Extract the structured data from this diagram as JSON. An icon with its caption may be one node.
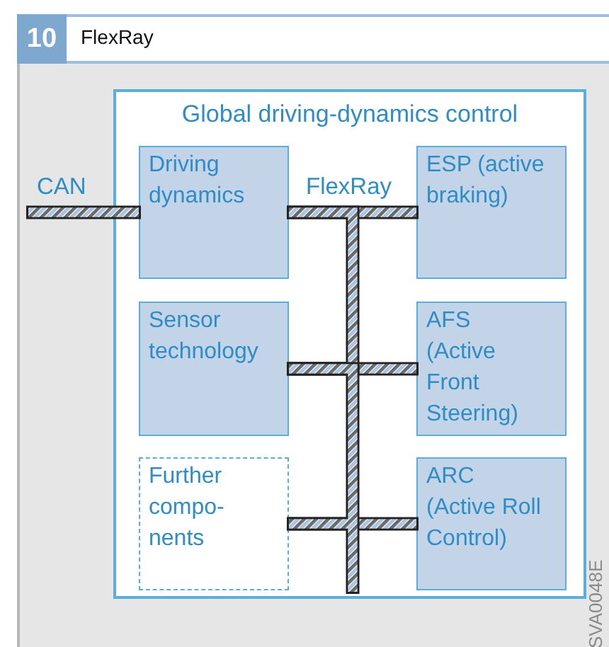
{
  "diagram": {
    "title": "FlexRay",
    "nodes": [
      {
        "text": [
          "Global driving-dynamics control"
        ]
      },
      {
        "text": [
          "Driving dynamics"
        ],
        "in": 0
      },
      {
        "text": [
          "ESP (active braking)"
        ],
        "in": 0
      },
      {
        "text": [
          "Sensor technology"
        ],
        "in": 0
      },
      {
        "text": [
          "AFS (Active Front Steering)"
        ],
        "in": 0
      },
      {
        "text": [
          "Further compo-nents"
        ],
        "in": 0
      },
      {
        "text": [
          "ARC (Active Roll Control)"
        ],
        "in": 0
      }
    ],
    "edges": [
      {
        "from": null,
        "to": 1,
        "arrow": "none",
        "label": "CAN"
      },
      {
        "from": 1,
        "to": 2,
        "arrow": "none",
        "label": "FlexRay"
      },
      {
        "from": 3,
        "to": 4,
        "arrow": "none"
      },
      {
        "from": 5,
        "to": 6,
        "arrow": "none"
      },
      {
        "from": 1,
        "to": 3,
        "arrow": "none"
      },
      {
        "from": 3,
        "to": 5,
        "arrow": "none"
      }
    ],
    "labels": [
      "10",
      "SVA0048E"
    ]
  }
}
